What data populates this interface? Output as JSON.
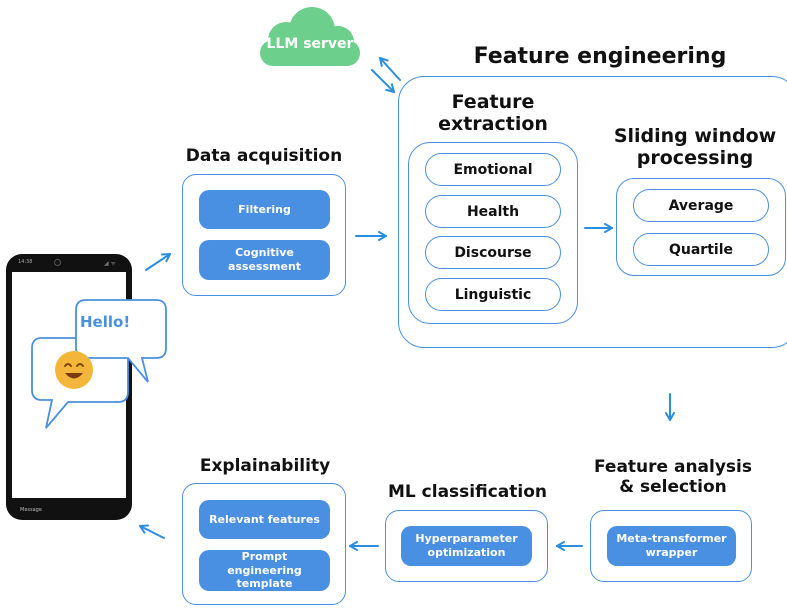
{
  "cloud": {
    "label": "LLM server",
    "color": "#6ccf8c"
  },
  "colors": {
    "accent": "#4a90e2",
    "text": "#111111",
    "emoji": "#f4b63a"
  },
  "feature_engineering": {
    "title": "Feature engineering",
    "extraction": {
      "title_line1": "Feature",
      "title_line2": "extraction",
      "items": [
        "Emotional",
        "Health",
        "Discourse",
        "Linguistic"
      ]
    },
    "sliding": {
      "title_line1": "Sliding window",
      "title_line2": "processing",
      "items": [
        "Average",
        "Quartile"
      ]
    }
  },
  "data_acquisition": {
    "title": "Data acquisition",
    "items": [
      {
        "line1": "Filtering",
        "line2": ""
      },
      {
        "line1": "Cognitive",
        "line2": "assessment"
      }
    ]
  },
  "feature_analysis": {
    "title_line1": "Feature analysis",
    "title_line2": "& selection",
    "item_line1": "Meta-transformer",
    "item_line2": "wrapper"
  },
  "ml_classification": {
    "title": "ML classification",
    "item_line1": "Hyperparameter",
    "item_line2": "optimization"
  },
  "explainability": {
    "title": "Explainability",
    "items": [
      {
        "line1": "Relevant features",
        "line2": ""
      },
      {
        "line1": "Prompt engineering",
        "line2": "template"
      }
    ]
  },
  "phone": {
    "status_time": "14:38",
    "bubble_text": "Hello!",
    "message_placeholder": "Message"
  }
}
